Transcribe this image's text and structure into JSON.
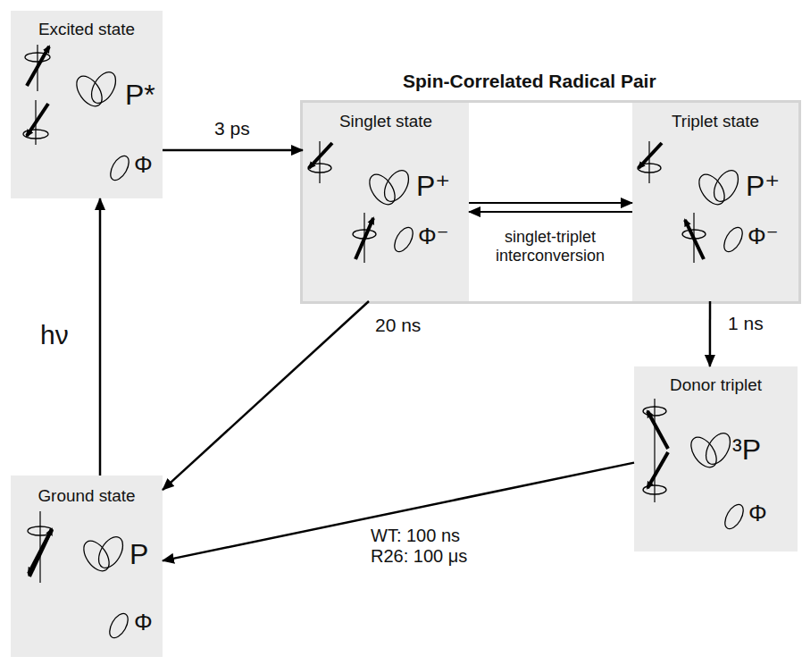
{
  "diagram": {
    "nodes": [
      {
        "text": [
          "Excited state",
          "P*",
          "Φ"
        ]
      },
      {
        "text": [
          "Spin-Correlated Radical Pair"
        ]
      },
      {
        "text": [
          "Singlet state",
          "P⁺",
          "Φ⁻"
        ],
        "in": 1
      },
      {
        "text": [
          "Triplet state",
          "P⁺",
          "Φ⁻"
        ],
        "in": 1
      },
      {
        "text": [
          "Donor triplet",
          "³P",
          "Φ"
        ]
      },
      {
        "text": [
          "Ground state",
          "P",
          "Φ"
        ]
      }
    ],
    "edges": [
      {
        "from": 0,
        "to": 2,
        "arrow": "to",
        "label": "3 ps"
      },
      {
        "from": 5,
        "to": 0,
        "arrow": "to",
        "label": "hν"
      },
      {
        "from": 2,
        "to": 3,
        "arrow": "to"
      },
      {
        "from": 3,
        "to": 2,
        "arrow": "to",
        "label": "singlet-triplet interconversion"
      },
      {
        "from": 2,
        "to": 5,
        "arrow": "to",
        "label": "20 ns"
      },
      {
        "from": 3,
        "to": 4,
        "arrow": "to",
        "label": "1 ns"
      },
      {
        "from": 4,
        "to": 5,
        "arrow": "to",
        "label": "WT: 100 ns R26: 100 μs"
      }
    ]
  }
}
